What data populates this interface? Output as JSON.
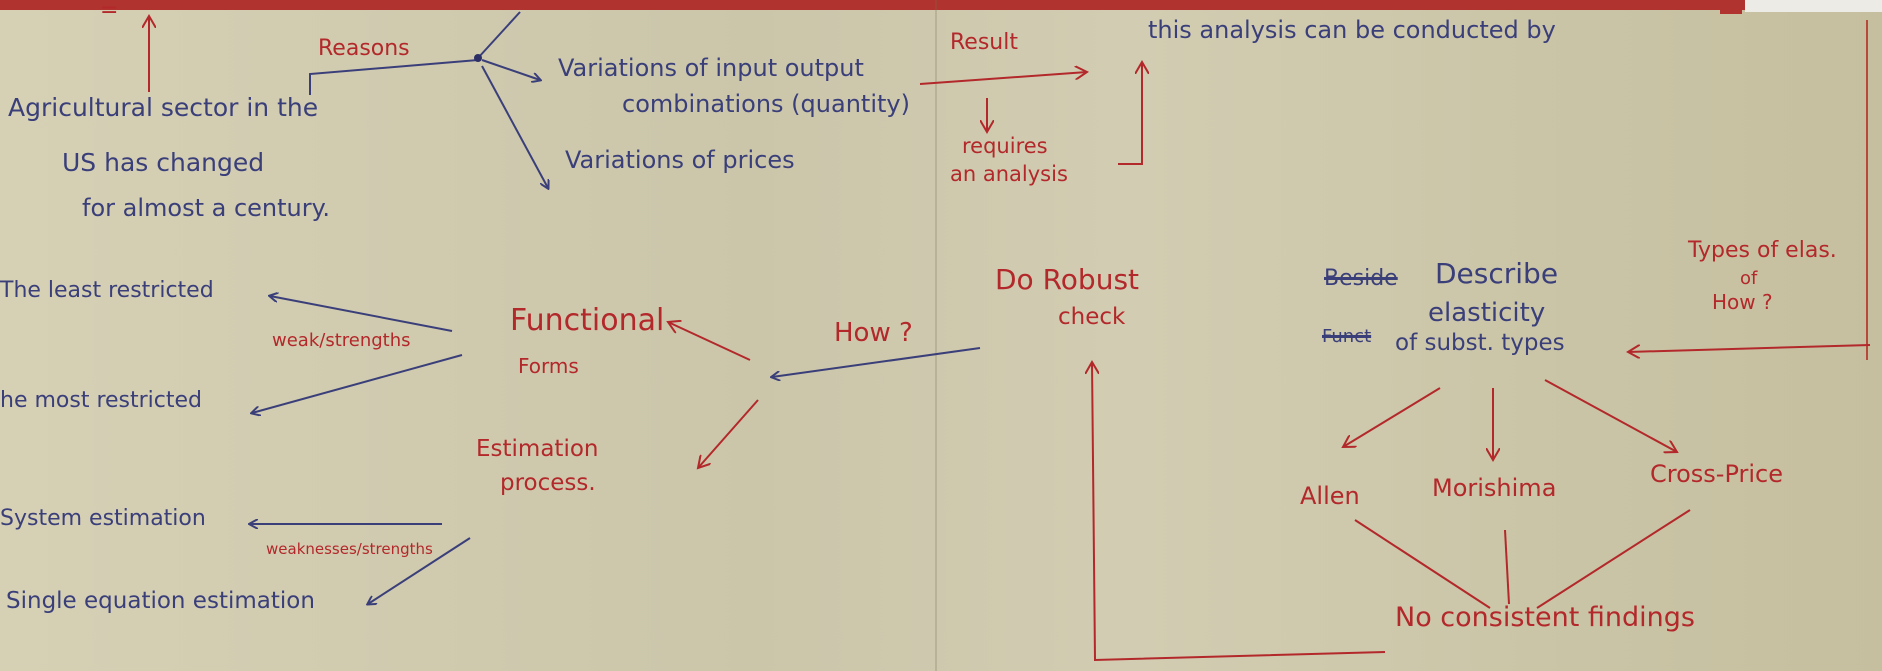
{
  "notes": {
    "equals_mark": "=",
    "agri_line1": "Agricultural sector in the",
    "agri_line2": "US has changed",
    "agri_line3": "for almost a century.",
    "reasons": "Reasons",
    "variations_io_line1": "Variations of input output",
    "variations_io_line2": "combinations (quantity)",
    "variations_prices": "Variations of prices",
    "result": "Result",
    "this_analysis": "this analysis can be conducted by",
    "requires_line1": "requires",
    "requires_line2": "an analysis",
    "do_robust_line1": "Do Robust",
    "do_robust_line2": "check",
    "least_restricted": "The least restricted",
    "weak_strengths": "weak/strengths",
    "most_restricted": "he most restricted",
    "functional_line1": "Functional",
    "functional_line2": "Forms",
    "how": "How ?",
    "estimation_line1": "Estimation",
    "estimation_line2": "process.",
    "system_estimation": "System estimation",
    "weaknesses_strengths": "weaknesses/strengths",
    "single_equation": "Single equation estimation",
    "describe_strike": "Beside",
    "describe": "Describe",
    "elasticity": "elasticity",
    "func_strike": "Funct",
    "subst_types": "of subst. types",
    "types_line1": "Types of elas.",
    "types_line2": "of",
    "types_line3": "How ?",
    "allen": "Allen",
    "morishima": "Morishima",
    "cross_price": "Cross-Price",
    "no_consistent": "No consistent findings"
  }
}
